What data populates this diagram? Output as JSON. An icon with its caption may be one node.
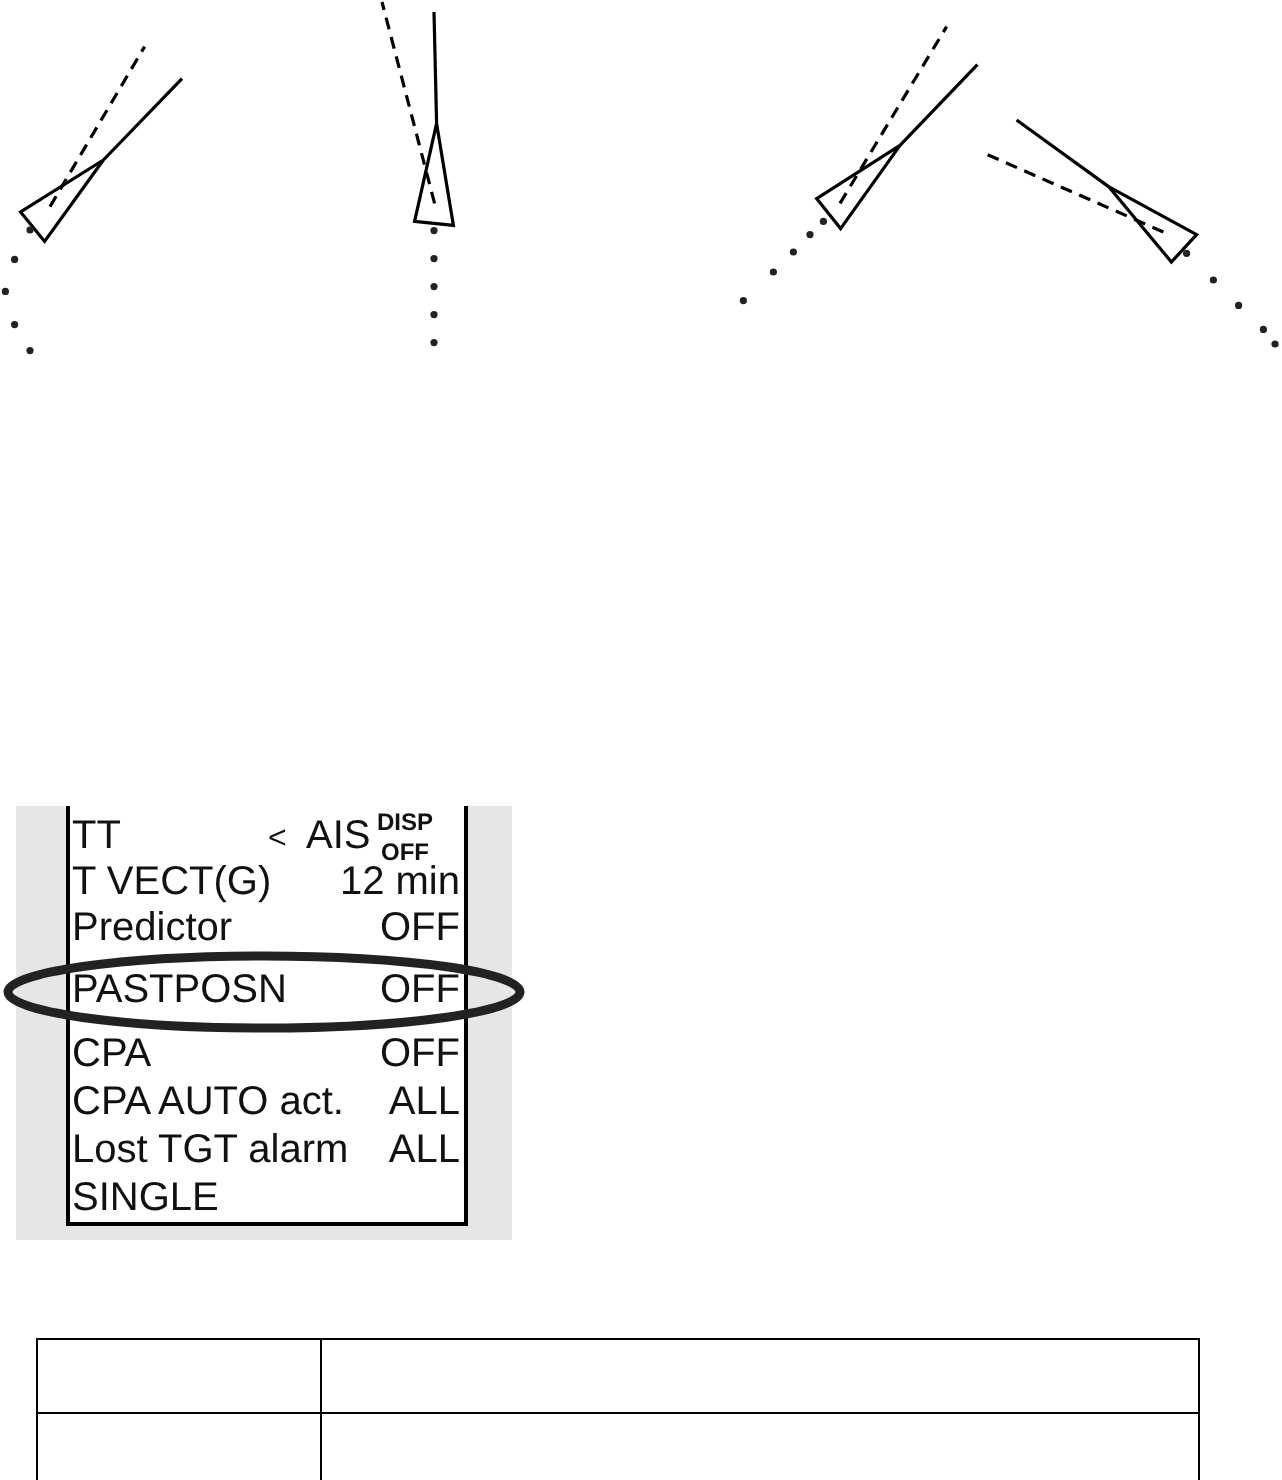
{
  "diagram": {
    "labels": [
      "TT",
      "<",
      "AIS",
      "DISP OFF",
      "T VECT(G)",
      "12 min",
      "Predictor",
      "OFF",
      "PASTPOSN",
      "OFF",
      "CPA",
      "OFF",
      "CPA AUTO act.",
      "ALL",
      "Lost TGT alarm",
      "ALL",
      "SINGLE"
    ]
  }
}
